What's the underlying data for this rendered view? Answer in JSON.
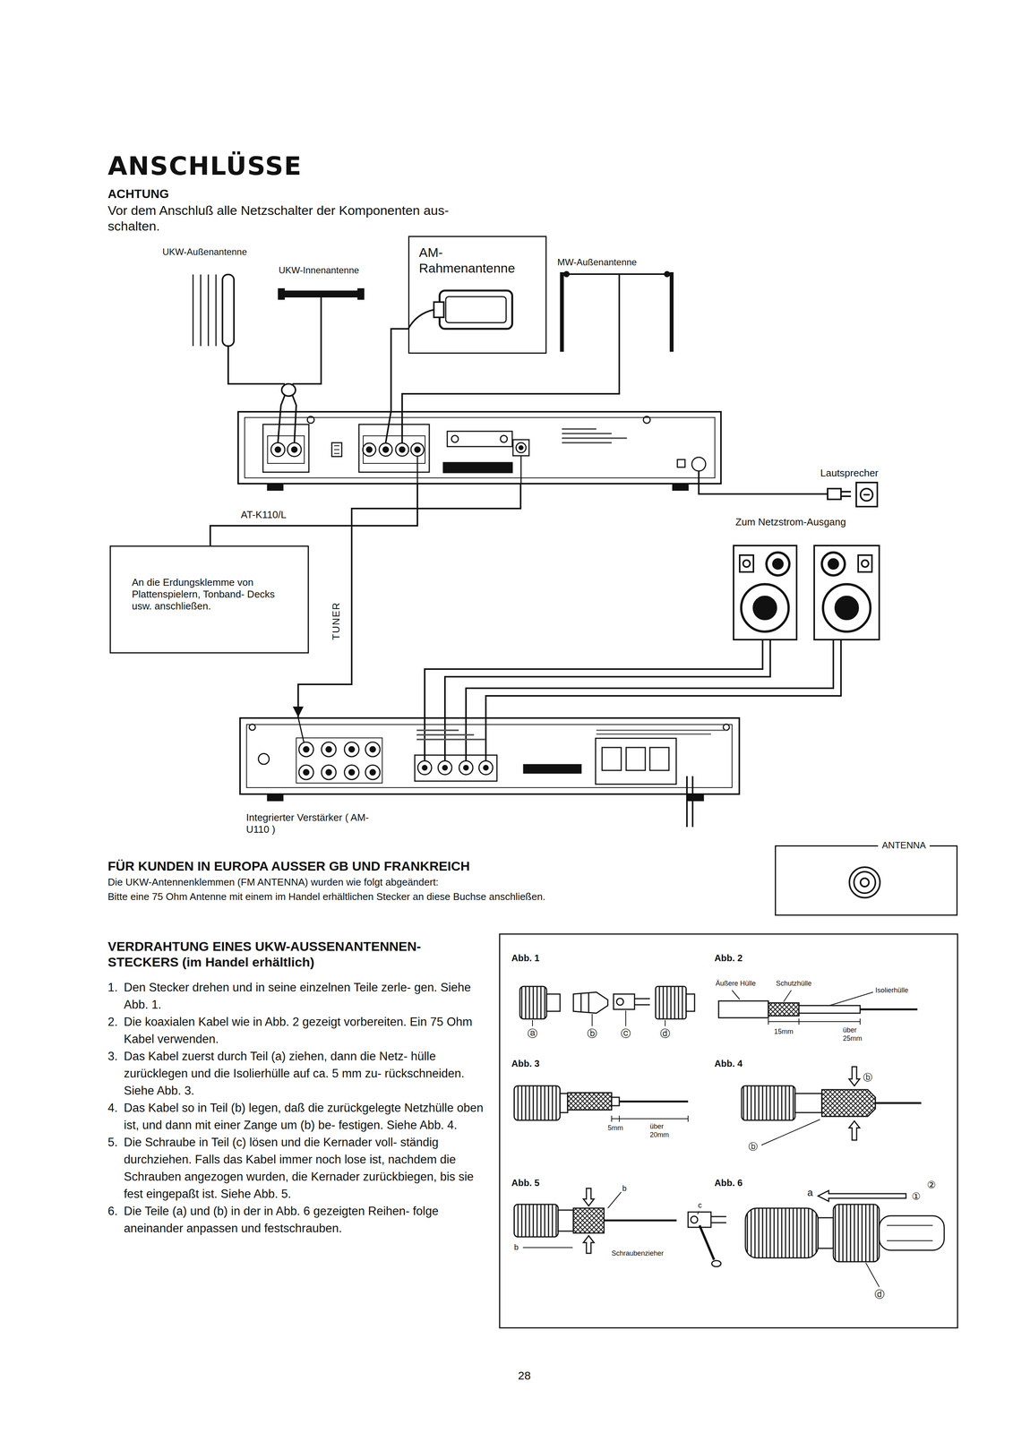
{
  "diagram": {
    "title": "ANSCHLÜSSE",
    "nodes": [
      {
        "text": [
          "AT-K110/L"
        ]
      },
      {
        "text": [
          "AM- Rahmenantenne"
        ]
      },
      {
        "text": [
          "An die Erdungsklemme von Plattenspielern, Tonband- Decks usw. anschließen."
        ]
      },
      {
        "text": [
          "Integrierter Verstärker ( AM-U110 )"
        ]
      },
      {
        "text": [
          "ANTENNA"
        ]
      }
    ],
    "edges": [
      {
        "from": 1,
        "to": 0,
        "arrow": "none"
      },
      {
        "from": 2,
        "to": 0,
        "arrow": "none"
      },
      {
        "from": 0,
        "to": 3,
        "label": "TUNER",
        "arrow": "to"
      }
    ],
    "labels": [
      "ACHTUNG",
      "Vor dem Anschluß alle Netzschalter der Komponenten aus- schalten.",
      "UKW-Außenantenne",
      "UKW-Innenantenne",
      "MW-Außenantenne",
      "Lautsprecher",
      "Zum Netzstrom-Ausgang",
      "FÜR KUNDEN IN EUROPA AUSSER GB UND FRANKREICH",
      "Die UKW-Antennenklemmen (FM ANTENNA) wurden wie folgt abgeändert:",
      "Bitte eine 75 Ohm Antenne mit einem im Handel erhältlichen Stecker an diese Buchse anschließen.",
      "VERDRAHTUNG EINES UKW-AUSSENANTENNEN- STECKERS (im Handel erhältlich)",
      "1.",
      "Den Stecker drehen und in seine einzelnen Teile zerle- gen. Siehe Abb. 1.",
      "2.",
      "Die koaxialen Kabel wie in Abb. 2 gezeigt vorbereiten. Ein 75 Ohm Kabel verwenden.",
      "3.",
      "Das Kabel zuerst durch Teil (a) ziehen, dann die Netz- hülle zurücklegen und die Isolierhülle auf ca. 5 mm zu- rückschneiden. Siehe Abb. 3.",
      "4.",
      "Das Kabel so in Teil (b) legen, daß die zurückgelegte Netzhülle oben ist, und dann mit einer Zange um (b) be- festigen. Siehe Abb. 4.",
      "5.",
      "Die Schraube in Teil (c) lösen und die Kernader voll- ständig durchziehen. Falls das Kabel immer noch lose ist, nachdem die Schrauben angezogen wurden, die Kernader zurückbiegen, bis sie fest eingepaßt ist. Siehe Abb. 5.",
      "6.",
      "Die Teile (a) und (b) in der in Abb. 6 gezeigten Reihen- folge aneinander anpassen und festschrauben.",
      "Abb. 1",
      "ⓐ",
      "ⓑ",
      "ⓒ",
      "ⓓ",
      "Abb. 2",
      "Äußere Hülle",
      "Schutzhülle",
      "Isolierhülle",
      "15mm",
      "über 25mm",
      "Abb. 3",
      "5mm",
      "über 20mm",
      "Abb. 4",
      "ⓑ",
      "ⓑ",
      "Abb. 5",
      "b",
      "b",
      "c",
      "Schraubenzieher",
      "Abb. 6",
      "a",
      "①",
      "②",
      "ⓓ",
      "28"
    ]
  }
}
